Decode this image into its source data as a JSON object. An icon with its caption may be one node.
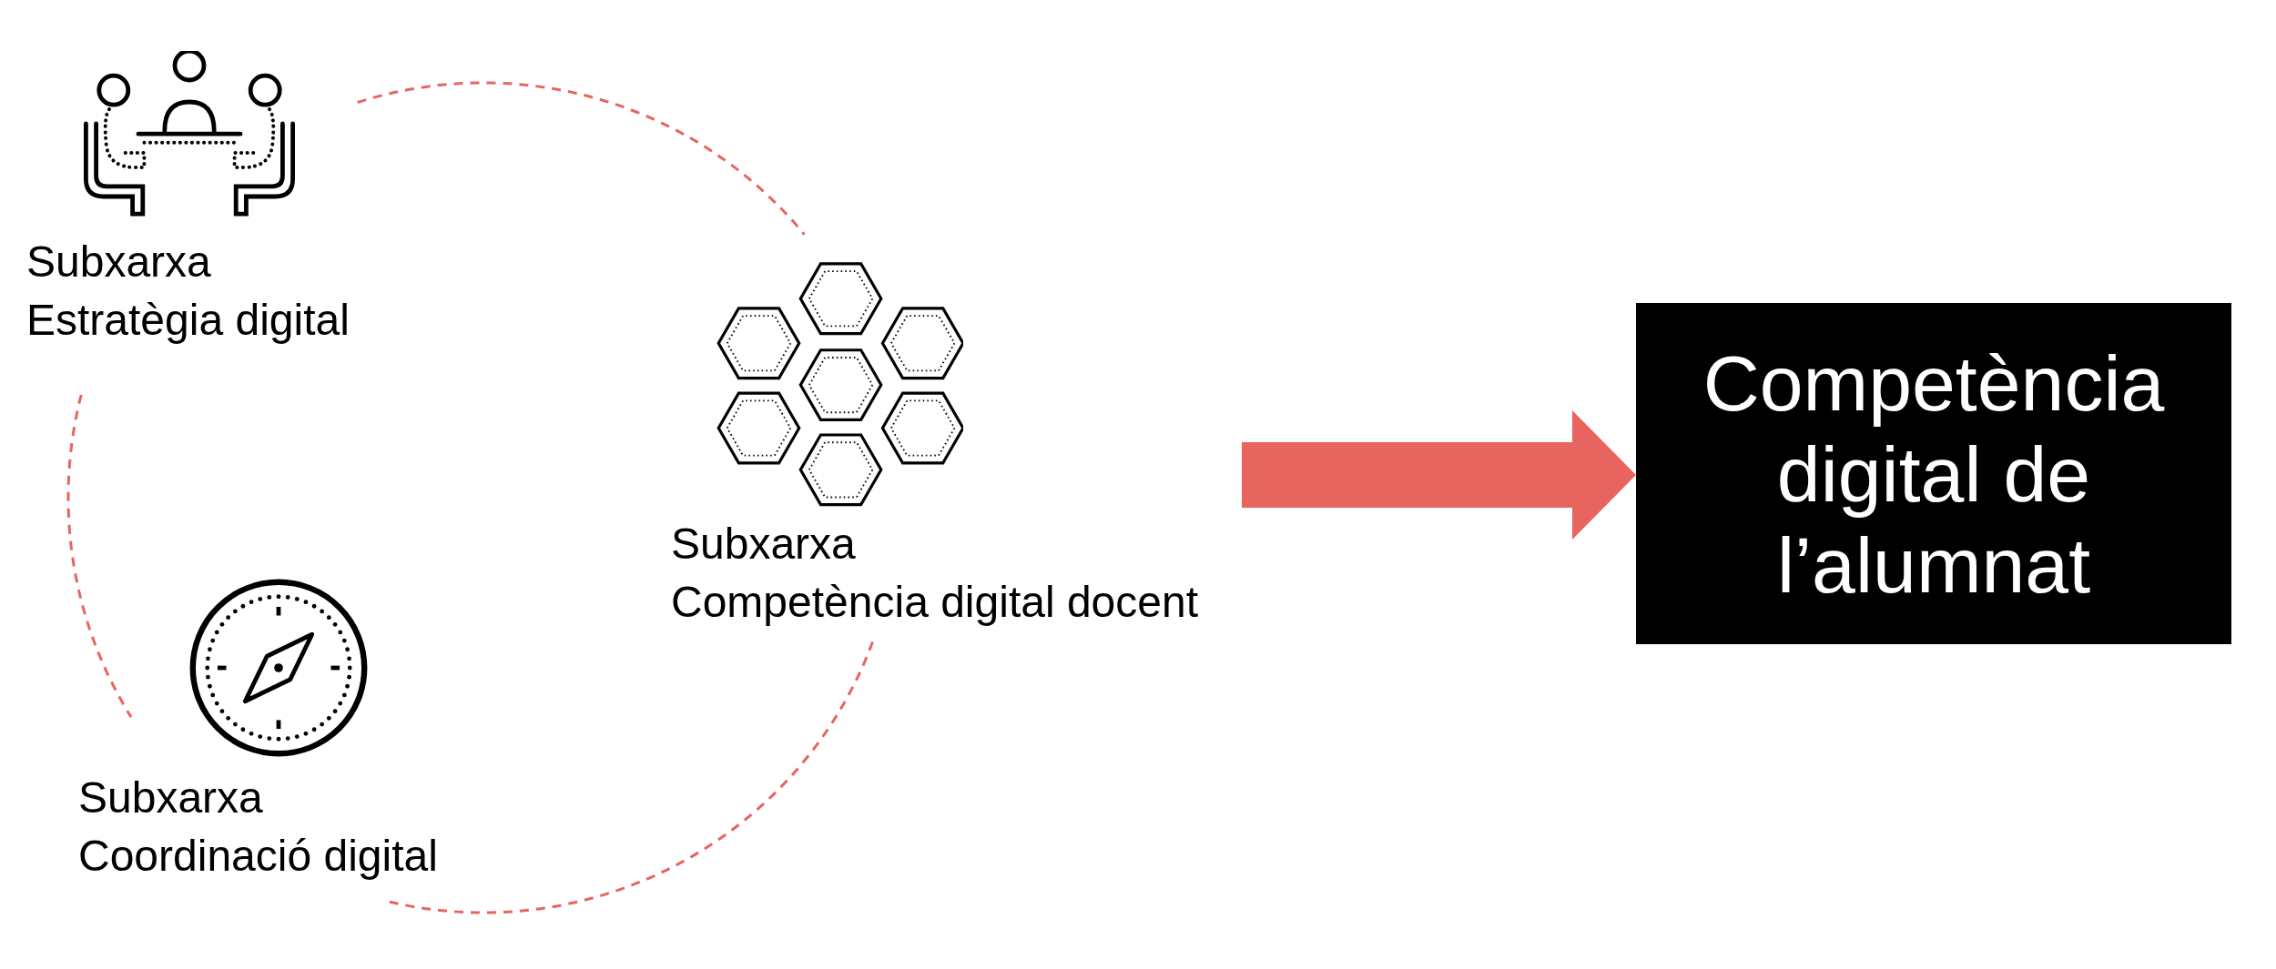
{
  "diagram": {
    "nodes": [
      {
        "text": [
          "Subxarxa",
          "Estratègia digital"
        ]
      },
      {
        "text": [
          "Subxarxa",
          "Competència digital docent"
        ]
      },
      {
        "text": [
          "Subxarxa",
          "Coordinació digital"
        ]
      },
      {
        "text": [
          "Competència digital de l’alumnat"
        ]
      }
    ],
    "edges": [
      {
        "from": 0,
        "to": 1,
        "arrow": "none",
        "style": "dashed"
      },
      {
        "from": 0,
        "to": 2,
        "arrow": "none",
        "style": "dashed"
      },
      {
        "from": 2,
        "to": 1,
        "arrow": "none",
        "style": "dashed"
      },
      {
        "from": 1,
        "to": 3,
        "arrow": "to",
        "style": "thick"
      }
    ]
  }
}
